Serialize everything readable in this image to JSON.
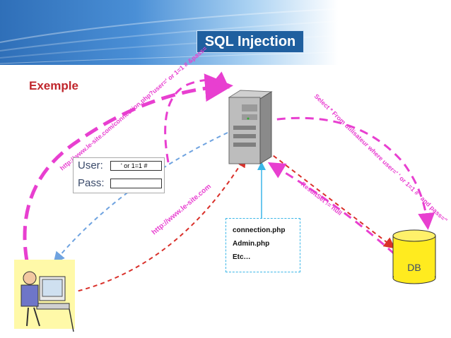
{
  "title": "SQL Injection",
  "subtitle": "Exemple",
  "login": {
    "user_label": "User:",
    "user_value": "' or 1=1 #",
    "pass_label": "Pass:",
    "pass_value": ""
  },
  "files": [
    "connection.php",
    "Admin.php",
    "Etc…"
  ],
  "db_label": "DB",
  "url_request": "http://www.le-site.com/connection.php?user=' or 1=1 # &pass=",
  "url_short": "http://www.le-site.com",
  "sql_query": "Select * From utilisateur where user=' ' or 1=1 # ' and pass=''",
  "resultset": "ResultSet != null",
  "colors": {
    "magenta": "#e83fd0",
    "red": "#d9302a",
    "blue": "#6fa3e0",
    "title_bg": "#1f5f9f",
    "accent_red": "#c0262c",
    "db_fill": "#ffeb1f"
  }
}
